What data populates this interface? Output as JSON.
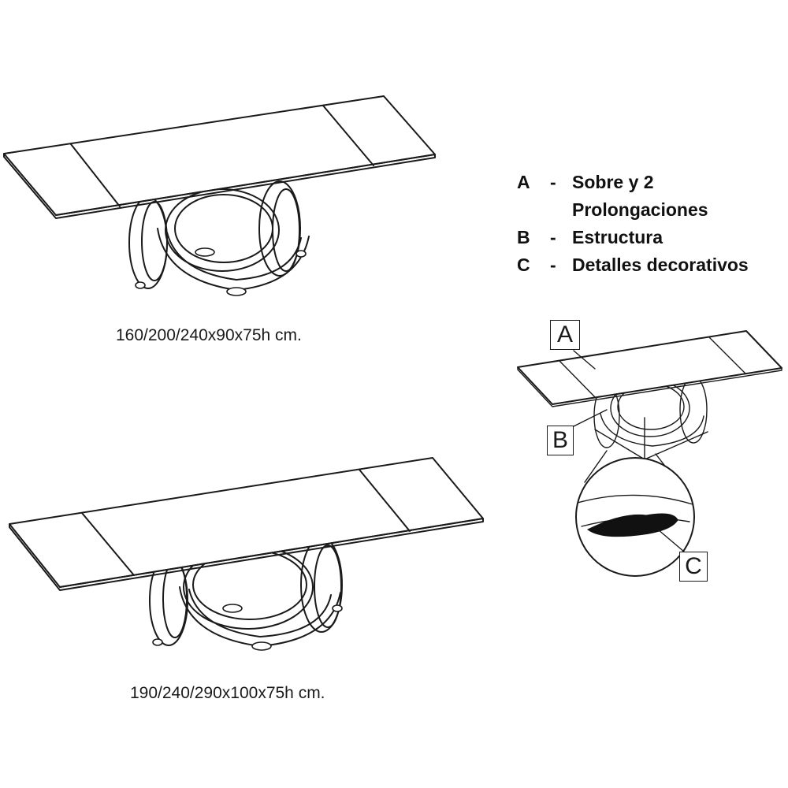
{
  "table_small": {
    "dimensions": "160/200/240x90x75h cm."
  },
  "table_large": {
    "dimensions": "190/240/290x100x75h cm."
  },
  "legend": {
    "items": [
      {
        "key": "A",
        "dash": "-",
        "text": "Sobre y 2"
      },
      {
        "key": "",
        "dash": "",
        "text": "Prolongaciones"
      },
      {
        "key": "B",
        "dash": "-",
        "text": "Estructura"
      },
      {
        "key": "C",
        "dash": "-",
        "text": "Detalles decorativos"
      }
    ]
  },
  "callouts": {
    "a": "A",
    "b": "B",
    "c": "C"
  }
}
